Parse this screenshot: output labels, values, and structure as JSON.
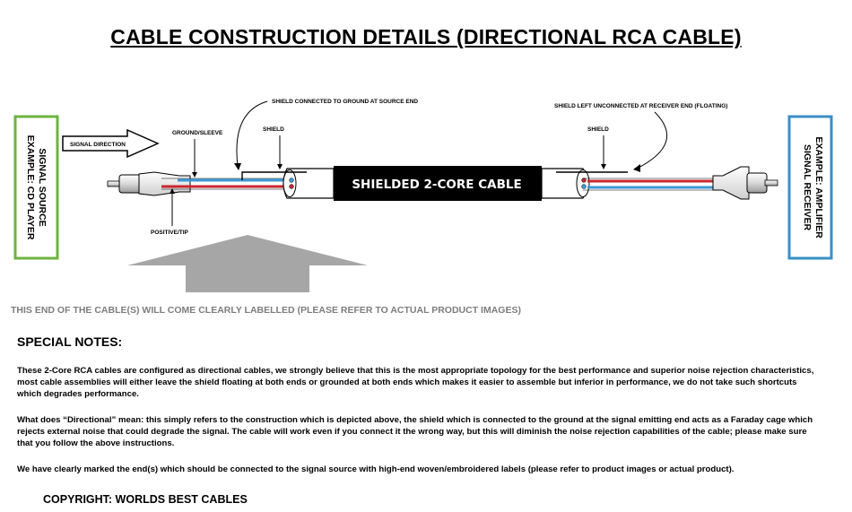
{
  "title": "CABLE CONSTRUCTION DETAILS (DIRECTIONAL RCA CABLE)",
  "diagram": {
    "source_box": {
      "line1": "SIGNAL SOURCE",
      "line2": "EXAMPLE: CD PLAYER",
      "color": "#6db33f"
    },
    "receiver_box": {
      "line1": "SIGNAL RECEIVER",
      "line2": "EXAMPLE: AMPLIFIER",
      "color": "#3a8fc7"
    },
    "signal_direction": "SIGNAL DIRECTION",
    "ground_sleeve": "GROUND/SLEEVE",
    "positive_tip": "POSITIVE/TIP",
    "shield_left": "SHIELD",
    "shield_right": "SHIELD",
    "shield_grounded": "SHIELD CONNECTED TO GROUND AT SOURCE END",
    "shield_floating": "SHIELD LEFT UNCONNECTED AT RECEIVER END (FLOATING)",
    "cable_label": "SHIELDED 2-CORE CABLE",
    "wire_colors": {
      "ground": "#3a9ad6",
      "positive": "#c8272d"
    }
  },
  "end_label_note": "THIS END OF THE CABLE(S) WILL COME CLEARLY LABELLED (PLEASE REFER TO ACTUAL PRODUCT IMAGES)",
  "notes": {
    "title": "SPECIAL NOTES:",
    "p1_lines": [
      "These 2-Core RCA cables are configured as directional cables, we strongly believe that this is the most appropriate topology for the best performance and superior noise rejection characteristics,",
      "most cable assemblies will either leave the shield floating at both ends or grounded at both ends which makes it easier to assemble but inferior in performance, we do not take such shortcuts",
      "which degrades performance."
    ],
    "p2_lines": [
      "What does “Directional” mean: this simply refers to the construction  which is depicted above, the shield which is connected to the ground at the signal emitting end acts as a Faraday cage which",
      "rejects external noise that could degrade the signal. The cable will work even if you connect it the wrong way, but this will diminish the noise rejection capabilities of the cable; please make sure",
      "that you follow the above instructions."
    ],
    "p3_lines": [
      "We have clearly marked the end(s) which should be connected to the signal source with high-end woven/embroidered labels (please refer to product images or actual product)."
    ]
  },
  "copyright": "COPYRIGHT: WORLDS BEST CABLES"
}
